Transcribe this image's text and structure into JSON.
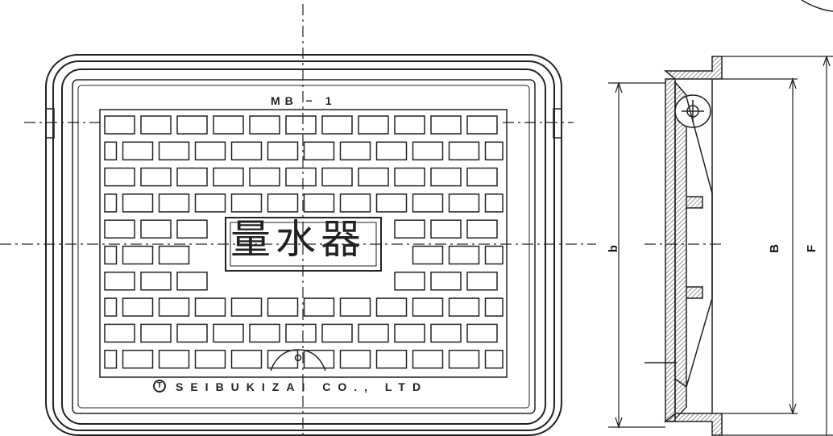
{
  "cover": {
    "model_label": "MB − 1",
    "kanji_label": "量水器",
    "maker_label": "SEIBUKIZAI  CO., LTD",
    "logo_mark": "T"
  },
  "section": {
    "dim_b": "b",
    "dim_B": "B",
    "dim_F": "F"
  },
  "colors": {
    "line": "#222222",
    "hatch": "#555555",
    "background": "#ffffff"
  }
}
